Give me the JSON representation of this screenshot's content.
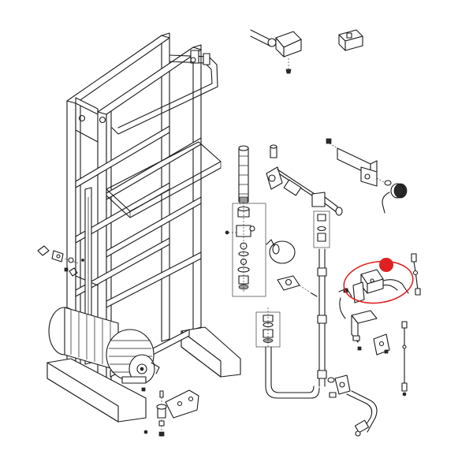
{
  "diagram": {
    "kind": "exploded-parts-view",
    "highlight": {
      "shape": "ellipse",
      "color": "#e02020",
      "marker": "filled-dot"
    }
  }
}
